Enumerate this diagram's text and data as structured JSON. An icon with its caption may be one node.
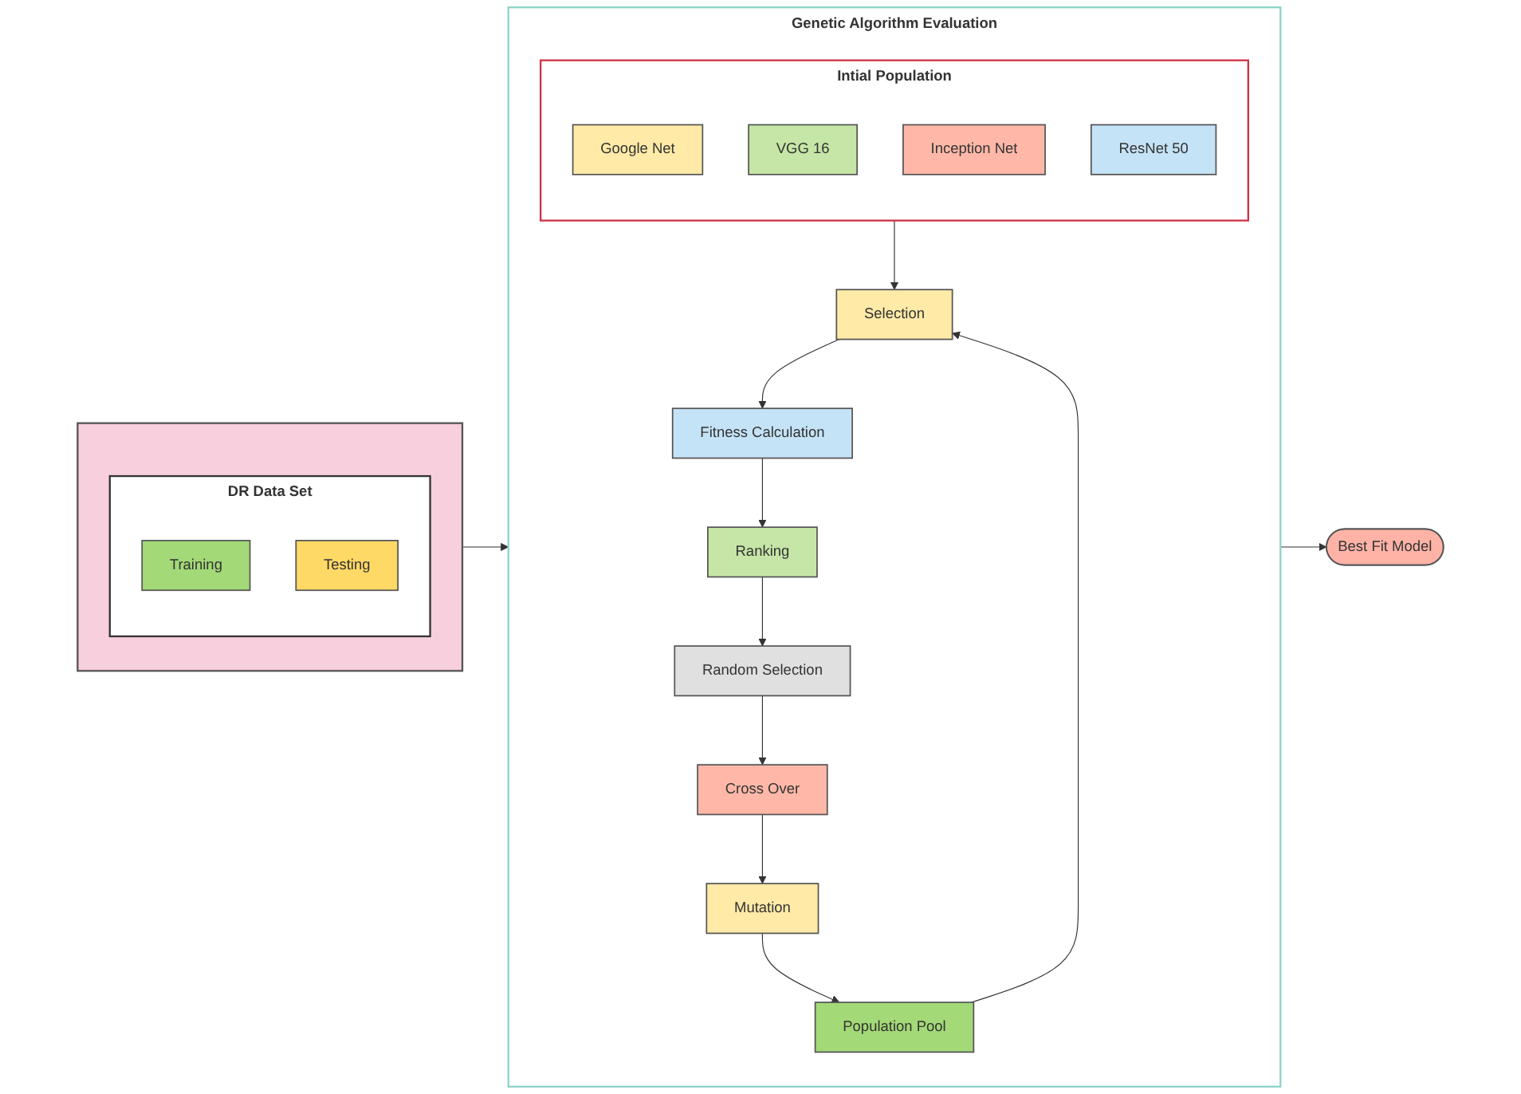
{
  "diagram": {
    "nodes": [
      {
        "text": [],
        "shape": "cylinder"
      },
      {
        "text": [
          "DR Data Set"
        ],
        "in": 0
      },
      {
        "text": [
          "Training"
        ],
        "in": 1
      },
      {
        "text": [
          "Testing"
        ],
        "in": 1
      },
      {
        "text": [
          "Genetic Algorithm Evaluation"
        ]
      },
      {
        "text": [
          "Intial Population"
        ],
        "in": 4
      },
      {
        "text": [
          "Google Net"
        ],
        "in": 5
      },
      {
        "text": [
          "VGG 16"
        ],
        "in": 5
      },
      {
        "text": [
          "Inception Net"
        ],
        "in": 5
      },
      {
        "text": [
          "ResNet 50"
        ],
        "in": 5
      },
      {
        "text": [
          "Selection"
        ],
        "in": 4
      },
      {
        "text": [
          "Fitness Calculation"
        ],
        "in": 4
      },
      {
        "text": [
          "Ranking"
        ],
        "in": 4
      },
      {
        "text": [
          "Population Pool"
        ],
        "in": 4
      },
      {
        "text": [
          "Mutation"
        ],
        "in": 4
      },
      {
        "text": [
          "Cross Over"
        ],
        "in": 4
      },
      {
        "text": [
          "Random Selection"
        ],
        "in": 4
      },
      {
        "text": [
          "Best Fit Model"
        ]
      }
    ],
    "edges": [
      {
        "from": 0,
        "to": 4,
        "arrow": "to"
      },
      {
        "from": 5,
        "to": 10,
        "arrow": "to"
      },
      {
        "from": 10,
        "to": 11,
        "arrow": "to"
      },
      {
        "from": 11,
        "to": 12,
        "arrow": "to"
      },
      {
        "from": 12,
        "to": 16,
        "arrow": "to"
      },
      {
        "from": 16,
        "to": 15,
        "arrow": "to"
      },
      {
        "from": 15,
        "to": 14,
        "arrow": "to"
      },
      {
        "from": 14,
        "to": 13,
        "arrow": "to"
      },
      {
        "from": 13,
        "to": 10,
        "arrow": "to"
      },
      {
        "from": 4,
        "to": 17,
        "arrow": "to"
      }
    ]
  }
}
